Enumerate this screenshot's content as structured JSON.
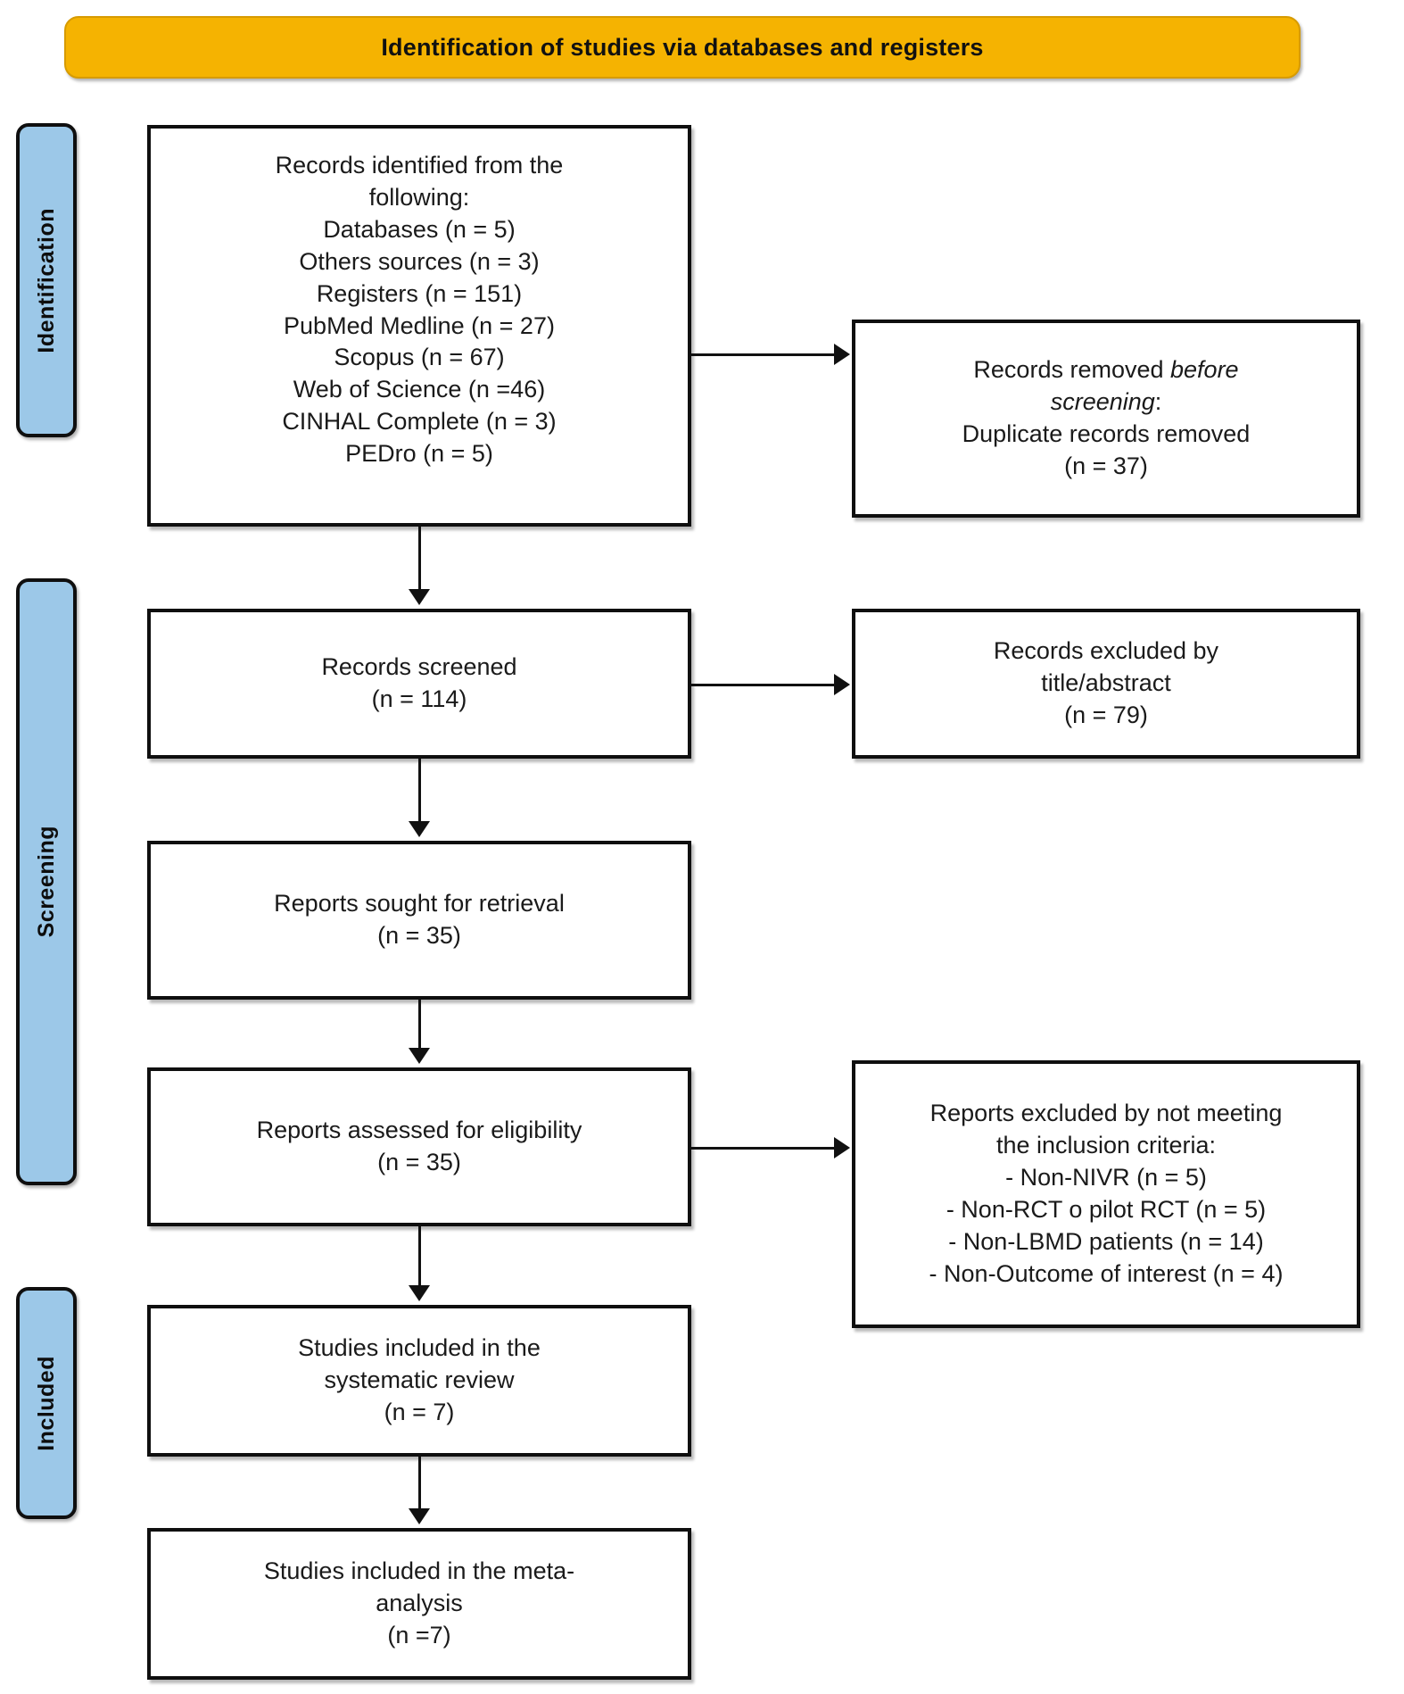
{
  "banner": {
    "title": "Identification of studies via databases and registers"
  },
  "rails": [
    {
      "key": "identification",
      "label": "Identification"
    },
    {
      "key": "screening",
      "label": "Screening"
    },
    {
      "key": "included",
      "label": "Included"
    }
  ],
  "boxes": {
    "identified": {
      "name": "records-identified",
      "lines": [
        "Records identified from the",
        "following:",
        "Databases (n = 5)",
        "Others sources (n = 3)",
        "Registers (n = 151)",
        "PubMed Medline (n = 27)",
        "Scopus (n = 67)",
        "Web of Science (n =46)",
        "CINHAL Complete (n = 3)",
        "PEDro (n = 5)"
      ]
    },
    "removed": {
      "name": "records-removed-before-screening",
      "line1_normal": "Records removed ",
      "line1_italic": "before",
      "line2_italic": "screening",
      "line2_normal": ":",
      "line3": "Duplicate records removed",
      "line4": "(n = 37)"
    },
    "screened": {
      "name": "records-screened",
      "lines": [
        "Records screened",
        "(n = 114)"
      ]
    },
    "excluded_title": {
      "name": "records-excluded-title-abstract",
      "lines": [
        "Records excluded by",
        "title/abstract",
        "(n = 79)"
      ]
    },
    "sought": {
      "name": "reports-sought-for-retrieval",
      "lines": [
        "Reports sought for retrieval",
        "(n = 35)"
      ]
    },
    "assessed": {
      "name": "reports-assessed-for-eligibility",
      "lines": [
        "Reports assessed for eligibility",
        "(n = 35)"
      ]
    },
    "excluded_criteria": {
      "name": "reports-excluded-inclusion-criteria",
      "lines": [
        "Reports excluded by not meeting",
        "the inclusion criteria:",
        "- Non-NIVR (n = 5)",
        "- Non-RCT o pilot RCT (n = 5)",
        "- Non-LBMD patients (n = 14)",
        "- Non-Outcome of interest (n = 4)"
      ]
    },
    "systematic_review": {
      "name": "studies-included-systematic-review",
      "lines": [
        "Studies included in the",
        "systematic review",
        "(n = 7)"
      ]
    },
    "meta_analysis": {
      "name": "studies-included-meta-analysis",
      "lines": [
        "Studies included in the meta-",
        "analysis",
        "(n =7)"
      ]
    }
  },
  "colors": {
    "banner_fill": "#f5b301",
    "banner_border": "#d79b00",
    "rail_fill": "#9cc8e8",
    "outline": "#0f0f0f",
    "box_fill": "#ffffff",
    "text": "#1a1a1a"
  }
}
